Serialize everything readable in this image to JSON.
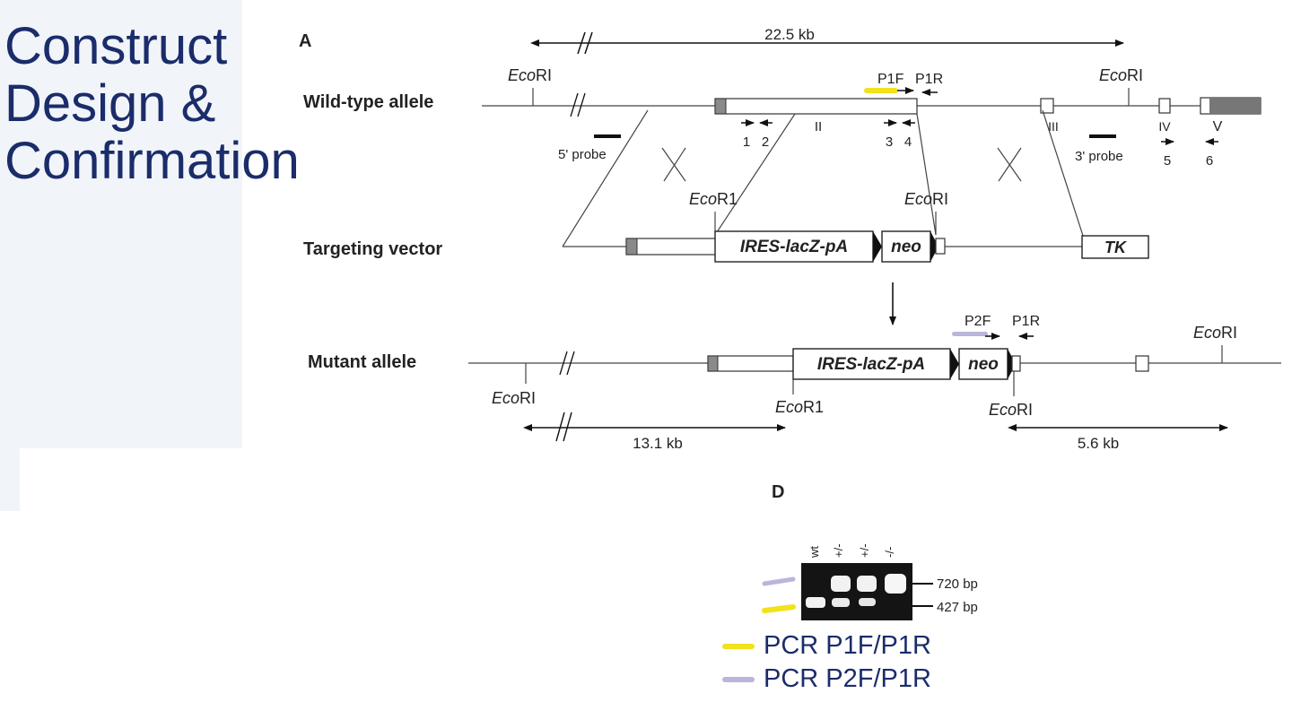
{
  "slide": {
    "title_lines": [
      "Construct",
      "Design &",
      "Confirmation"
    ]
  },
  "figure": {
    "panel_a": "A",
    "panel_d": "D",
    "rows": {
      "wild_type": "Wild-type allele",
      "targeting": "Targeting vector",
      "mutant": "Mutant allele"
    },
    "sizes": {
      "top": "22.5 kb",
      "left": "13.1 kb",
      "right": "5.6 kb"
    },
    "sites": {
      "ecori_italic": "Eco",
      "ecori_rest": "RI",
      "ecor1_rest": "R1"
    },
    "primers": {
      "p1f": "P1F",
      "p1r": "P1R",
      "p2f": "P2F",
      "n1": "1",
      "n2": "2",
      "n3": "3",
      "n4": "4",
      "n5": "5",
      "n6": "6"
    },
    "probes": {
      "five": "5' probe",
      "three": "3' probe"
    },
    "exons": {
      "ii": "II",
      "iii": "III",
      "iv": "IV",
      "v": "V"
    },
    "cassettes": {
      "ires": "IRES-lacZ-pA",
      "neo": "neo",
      "tk": "TK"
    },
    "gel": {
      "lanes": [
        "wt",
        "+/-",
        "+/-",
        "-/-"
      ],
      "bands": [
        "720 bp",
        "427 bp"
      ],
      "lane_bands": [
        {
          "lane": "wt",
          "b720": false,
          "b427": true
        },
        {
          "lane": "+/-",
          "b720": true,
          "b427": true
        },
        {
          "lane": "+/-",
          "b720": true,
          "b427": true
        },
        {
          "lane": "-/-",
          "b720": true,
          "b427": false
        }
      ]
    }
  },
  "legend": {
    "items": [
      {
        "label": "PCR P1F/P1R",
        "color": "#f2e21b"
      },
      {
        "label": "PCR P2F/P1R",
        "color": "#b9b6dc"
      }
    ]
  },
  "colors": {
    "title": "#1b2c6b",
    "p1_primer": "#f2e21b",
    "p2_primer": "#b9b6dc",
    "gel_background": "#141414",
    "gel_band": "#f4f4f4"
  }
}
